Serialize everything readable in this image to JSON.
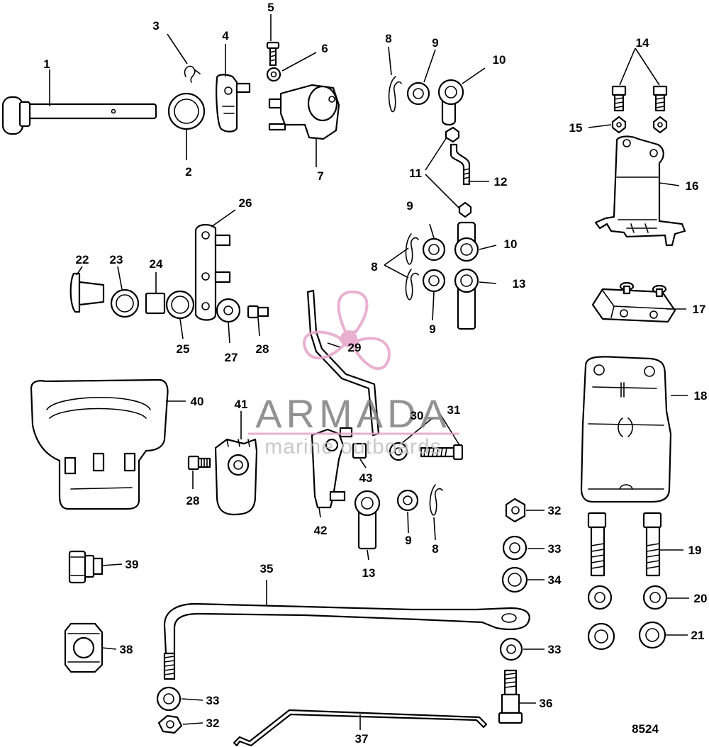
{
  "callouts": {
    "c1": "1",
    "c2": "2",
    "c3": "3",
    "c4": "4",
    "c5": "5",
    "c6": "6",
    "c7": "7",
    "c8a": "8",
    "c8b": "8",
    "c8c": "8",
    "c9a": "9",
    "c9b": "9",
    "c9c": "9",
    "c9d": "9",
    "c10a": "10",
    "c10b": "10",
    "c11": "11",
    "c12": "12",
    "c13a": "13",
    "c13b": "13",
    "c14": "14",
    "c15": "15",
    "c16": "16",
    "c17": "17",
    "c18": "18",
    "c19": "19",
    "c20": "20",
    "c21": "21",
    "c22": "22",
    "c23": "23",
    "c24": "24",
    "c25": "25",
    "c26": "26",
    "c27": "27",
    "c28a": "28",
    "c28b": "28",
    "c29": "29",
    "c30": "30",
    "c31": "31",
    "c32a": "32",
    "c32b": "32",
    "c33a": "33",
    "c33b": "33",
    "c33c": "33",
    "c34": "34",
    "c35": "35",
    "c36": "36",
    "c37": "37",
    "c38": "38",
    "c39": "39",
    "c40": "40",
    "c41": "41",
    "c42": "42",
    "c43": "43"
  },
  "figure_number": "8524",
  "watermark": {
    "title": "ARMADA",
    "subtitle": "marine outboards",
    "color": "#e6a3c8"
  }
}
